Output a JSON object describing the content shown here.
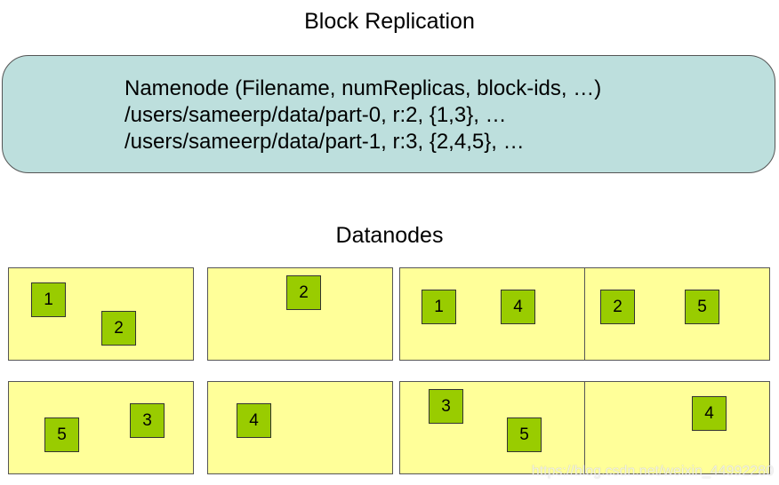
{
  "title": "Block Replication",
  "namenode": {
    "lines": [
      "Namenode (Filename, numReplicas, block-ids, …)",
      "/users/sameerp/data/part-0, r:2, {1,3}, …",
      "/users/sameerp/data/part-1, r:3, {2,4,5}, …"
    ]
  },
  "datanodes": {
    "title": "Datanodes",
    "nodes": [
      {
        "blocks": [
          "1",
          "2"
        ]
      },
      {
        "blocks": [
          "2"
        ]
      },
      {
        "blocks": [
          "1",
          "4"
        ]
      },
      {
        "blocks": [
          "2",
          "5"
        ]
      },
      {
        "blocks": [
          "5",
          "3"
        ]
      },
      {
        "blocks": [
          "4"
        ]
      },
      {
        "blocks": [
          "3",
          "5"
        ]
      },
      {
        "blocks": [
          "4"
        ]
      }
    ]
  },
  "watermark": "https://blog.csdn.net/weixin_44992280",
  "colors": {
    "namenode_fill": "#bddfdd",
    "datanode_fill": "#ffff99",
    "block_fill": "#99cc00"
  }
}
